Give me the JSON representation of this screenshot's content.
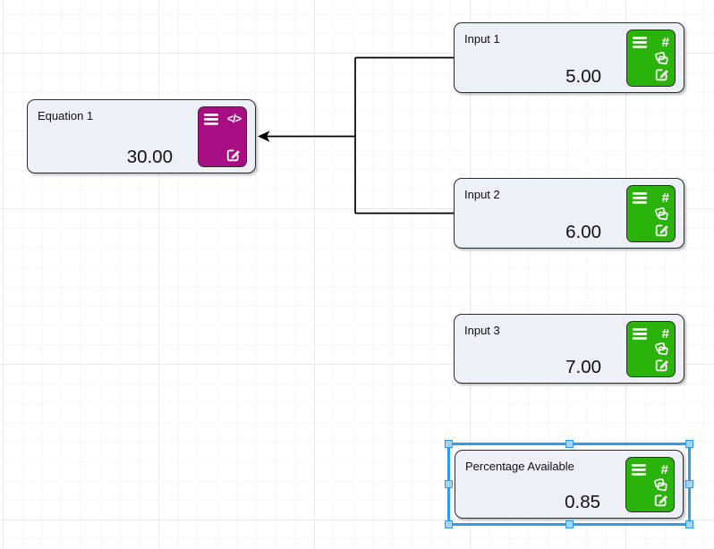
{
  "canvas": {
    "background_color": "#ffffff",
    "grid_minor_color": "#f5f6f8",
    "grid_major_color": "#e8eaec"
  },
  "icons": {
    "menu": "hamburger-menu",
    "hash_glyph": "#",
    "code_glyph": "</>",
    "cards": "overlapping-cards",
    "edit": "pencil-square"
  },
  "nodes": [
    {
      "id": "equation-1",
      "kind": "equation",
      "title": "Equation 1",
      "value": "30.00",
      "accent_color": "#a90d84",
      "actions": [
        "menu",
        "code",
        "edit"
      ],
      "selected": false
    },
    {
      "id": "input-1",
      "kind": "input",
      "title": "Input 1",
      "value": "5.00",
      "accent_color": "#2ab30b",
      "actions": [
        "menu",
        "hash",
        "cards",
        "edit"
      ],
      "selected": false
    },
    {
      "id": "input-2",
      "kind": "input",
      "title": "Input 2",
      "value": "6.00",
      "accent_color": "#2ab30b",
      "actions": [
        "menu",
        "hash",
        "cards",
        "edit"
      ],
      "selected": false
    },
    {
      "id": "input-3",
      "kind": "input",
      "title": "Input 3",
      "value": "7.00",
      "accent_color": "#2ab30b",
      "actions": [
        "menu",
        "hash",
        "cards",
        "edit"
      ],
      "selected": false
    },
    {
      "id": "percentage-available",
      "kind": "input",
      "title": "Percentage Available",
      "value": "0.85",
      "accent_color": "#2ab30b",
      "actions": [
        "menu",
        "hash",
        "cards",
        "edit"
      ],
      "selected": true
    }
  ],
  "edges": [
    {
      "from": [
        "input-1",
        "input-2"
      ],
      "to": "equation-1",
      "style": "orthogonal",
      "arrow": "target",
      "color": "#000000"
    }
  ],
  "selection": {
    "node_id": "percentage-available",
    "outline_color": "#2e9af0",
    "handle_fill_color": "#a6d4f8"
  }
}
